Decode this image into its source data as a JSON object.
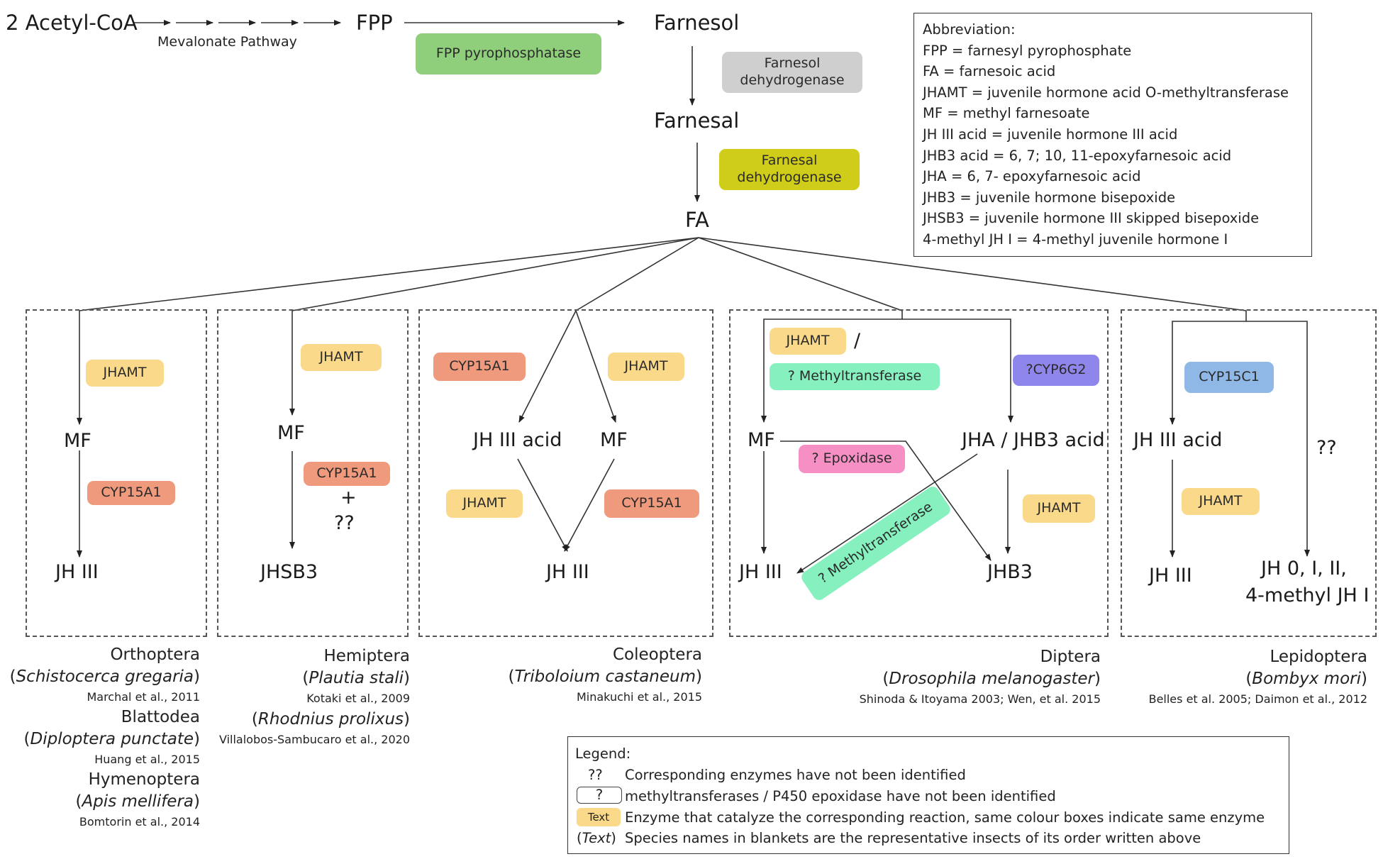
{
  "top_pathway": {
    "acetyl": "2 Acetyl-CoA",
    "mevalonate": "Mevalonate Pathway",
    "fpp": "FPP",
    "farnesol": "Farnesol",
    "farnesal": "Farnesal",
    "fa": "FA",
    "fpp_enzyme": "FPP pyrophosphatase",
    "farnesol_dh": "Farnesol dehydrogenase",
    "farnesal_dh": "Farnesal dehydrogenase"
  },
  "abbreviation": {
    "title": "Abbreviation:",
    "items": [
      "FPP = farnesyl pyrophosphate",
      "FA = farnesoic acid",
      "JHAMT = juvenile hormone acid O-methyltransferase",
      "MF = methyl farnesoate",
      "JH III acid = juvenile hormone III acid",
      "JHB3 acid = 6, 7; 10, 11-epoxyfarnesoic acid",
      "JHA = 6, 7- epoxyfarnesoic acid",
      "JHB3 = juvenile hormone bisepoxide",
      "JHSB3 = juvenile hormone III skipped bisepoxide",
      "4-methyl JH I = 4-methyl  juvenile hormone I"
    ]
  },
  "panels": {
    "orthoptera": {
      "jhamt": "JHAMT",
      "mf": "MF",
      "cyp": "CYP15A1",
      "jh3": "JH III"
    },
    "hemiptera": {
      "jhamt": "JHAMT",
      "mf": "MF",
      "cyp": "CYP15A1",
      "plus": "+",
      "unknown": "??",
      "jhsb3": "JHSB3"
    },
    "coleoptera": {
      "cyp_left": "CYP15A1",
      "jhamt_right": "JHAMT",
      "jh3acid": "JH III acid",
      "mf": "MF",
      "jhamt_low": "JHAMT",
      "cyp_low": "CYP15A1",
      "jh3": "JH III"
    },
    "diptera": {
      "jhamt": "JHAMT",
      "slash": "/",
      "methyl": "? Methyltransferase",
      "cyp6g2": "?CYP6G2",
      "mf": "MF",
      "jha": "JHA / JHB3 acid",
      "epox": "? Epoxidase",
      "methyl_diag": "? Methyltransferase",
      "jh3": "JH III",
      "jhb3": "JHB3"
    },
    "lepidoptera": {
      "cyp15c1": "CYP15C1",
      "jh3acid": "JH III acid",
      "unknown": "??",
      "jhamt": "JHAMT",
      "jh3": "JH III",
      "jh0": "JH 0, I, II,",
      "methyljh": "4-methyl JH I"
    }
  },
  "orders": {
    "orthoptera": {
      "name": "Orthoptera",
      "species": "Schistocerca gregaria",
      "cite": "Marchal et al., 2011"
    },
    "blattodea": {
      "name": "Blattodea",
      "species": "Diploptera punctate",
      "cite": "Huang et al., 2015"
    },
    "hymenoptera": {
      "name": "Hymenoptera",
      "species": "Apis mellifera",
      "cite": "Bomtorin et al., 2014"
    },
    "hemiptera": {
      "name": "Hemiptera",
      "species": "Plautia stali",
      "cite": "Kotaki et al., 2009",
      "species2": "Rhodnius prolixus",
      "cite2": "Villalobos-Sambucaro et al., 2020"
    },
    "coleoptera": {
      "name": "Coleoptera",
      "species": "Triboloium castaneum",
      "cite": "Minakuchi et al., 2015"
    },
    "diptera": {
      "name": "Diptera",
      "species": "Drosophila melanogaster",
      "cite": "Shinoda & Itoyama 2003;  Wen, et al. 2015"
    },
    "lepidoptera": {
      "name": "Lepidoptera",
      "species": "Bombyx mori",
      "cite": "Belles et al. 2005; Daimon et al., 2012"
    }
  },
  "legend": {
    "title": "Legend:",
    "r1_sym": "??",
    "r1": "Corresponding enzymes have not been identified",
    "r2_sym": "?",
    "r2": "methyltransferases / P450 epoxidase have not been identified",
    "r3_sym": "Text",
    "r3": "Enzyme that catalyze the corresponding reaction, same colour boxes indicate same enzyme",
    "r4_sym": "Text",
    "r4": "Species names in blankets are the representative insects of its order written above"
  },
  "colors": {
    "jhamt": "#fbd98a",
    "cyp15a1": "#ef9a7c",
    "methyltransferase": "#86f0be",
    "epoxidase": "#f68fc4",
    "cyp6g2": "#8f86ec",
    "cyp15c1": "#8fb8e6",
    "fpp_pyrophosphatase": "#8fcf7c",
    "farnesol_dh": "#cfcfcf",
    "farnesal_dh": "#cfcc1a"
  }
}
